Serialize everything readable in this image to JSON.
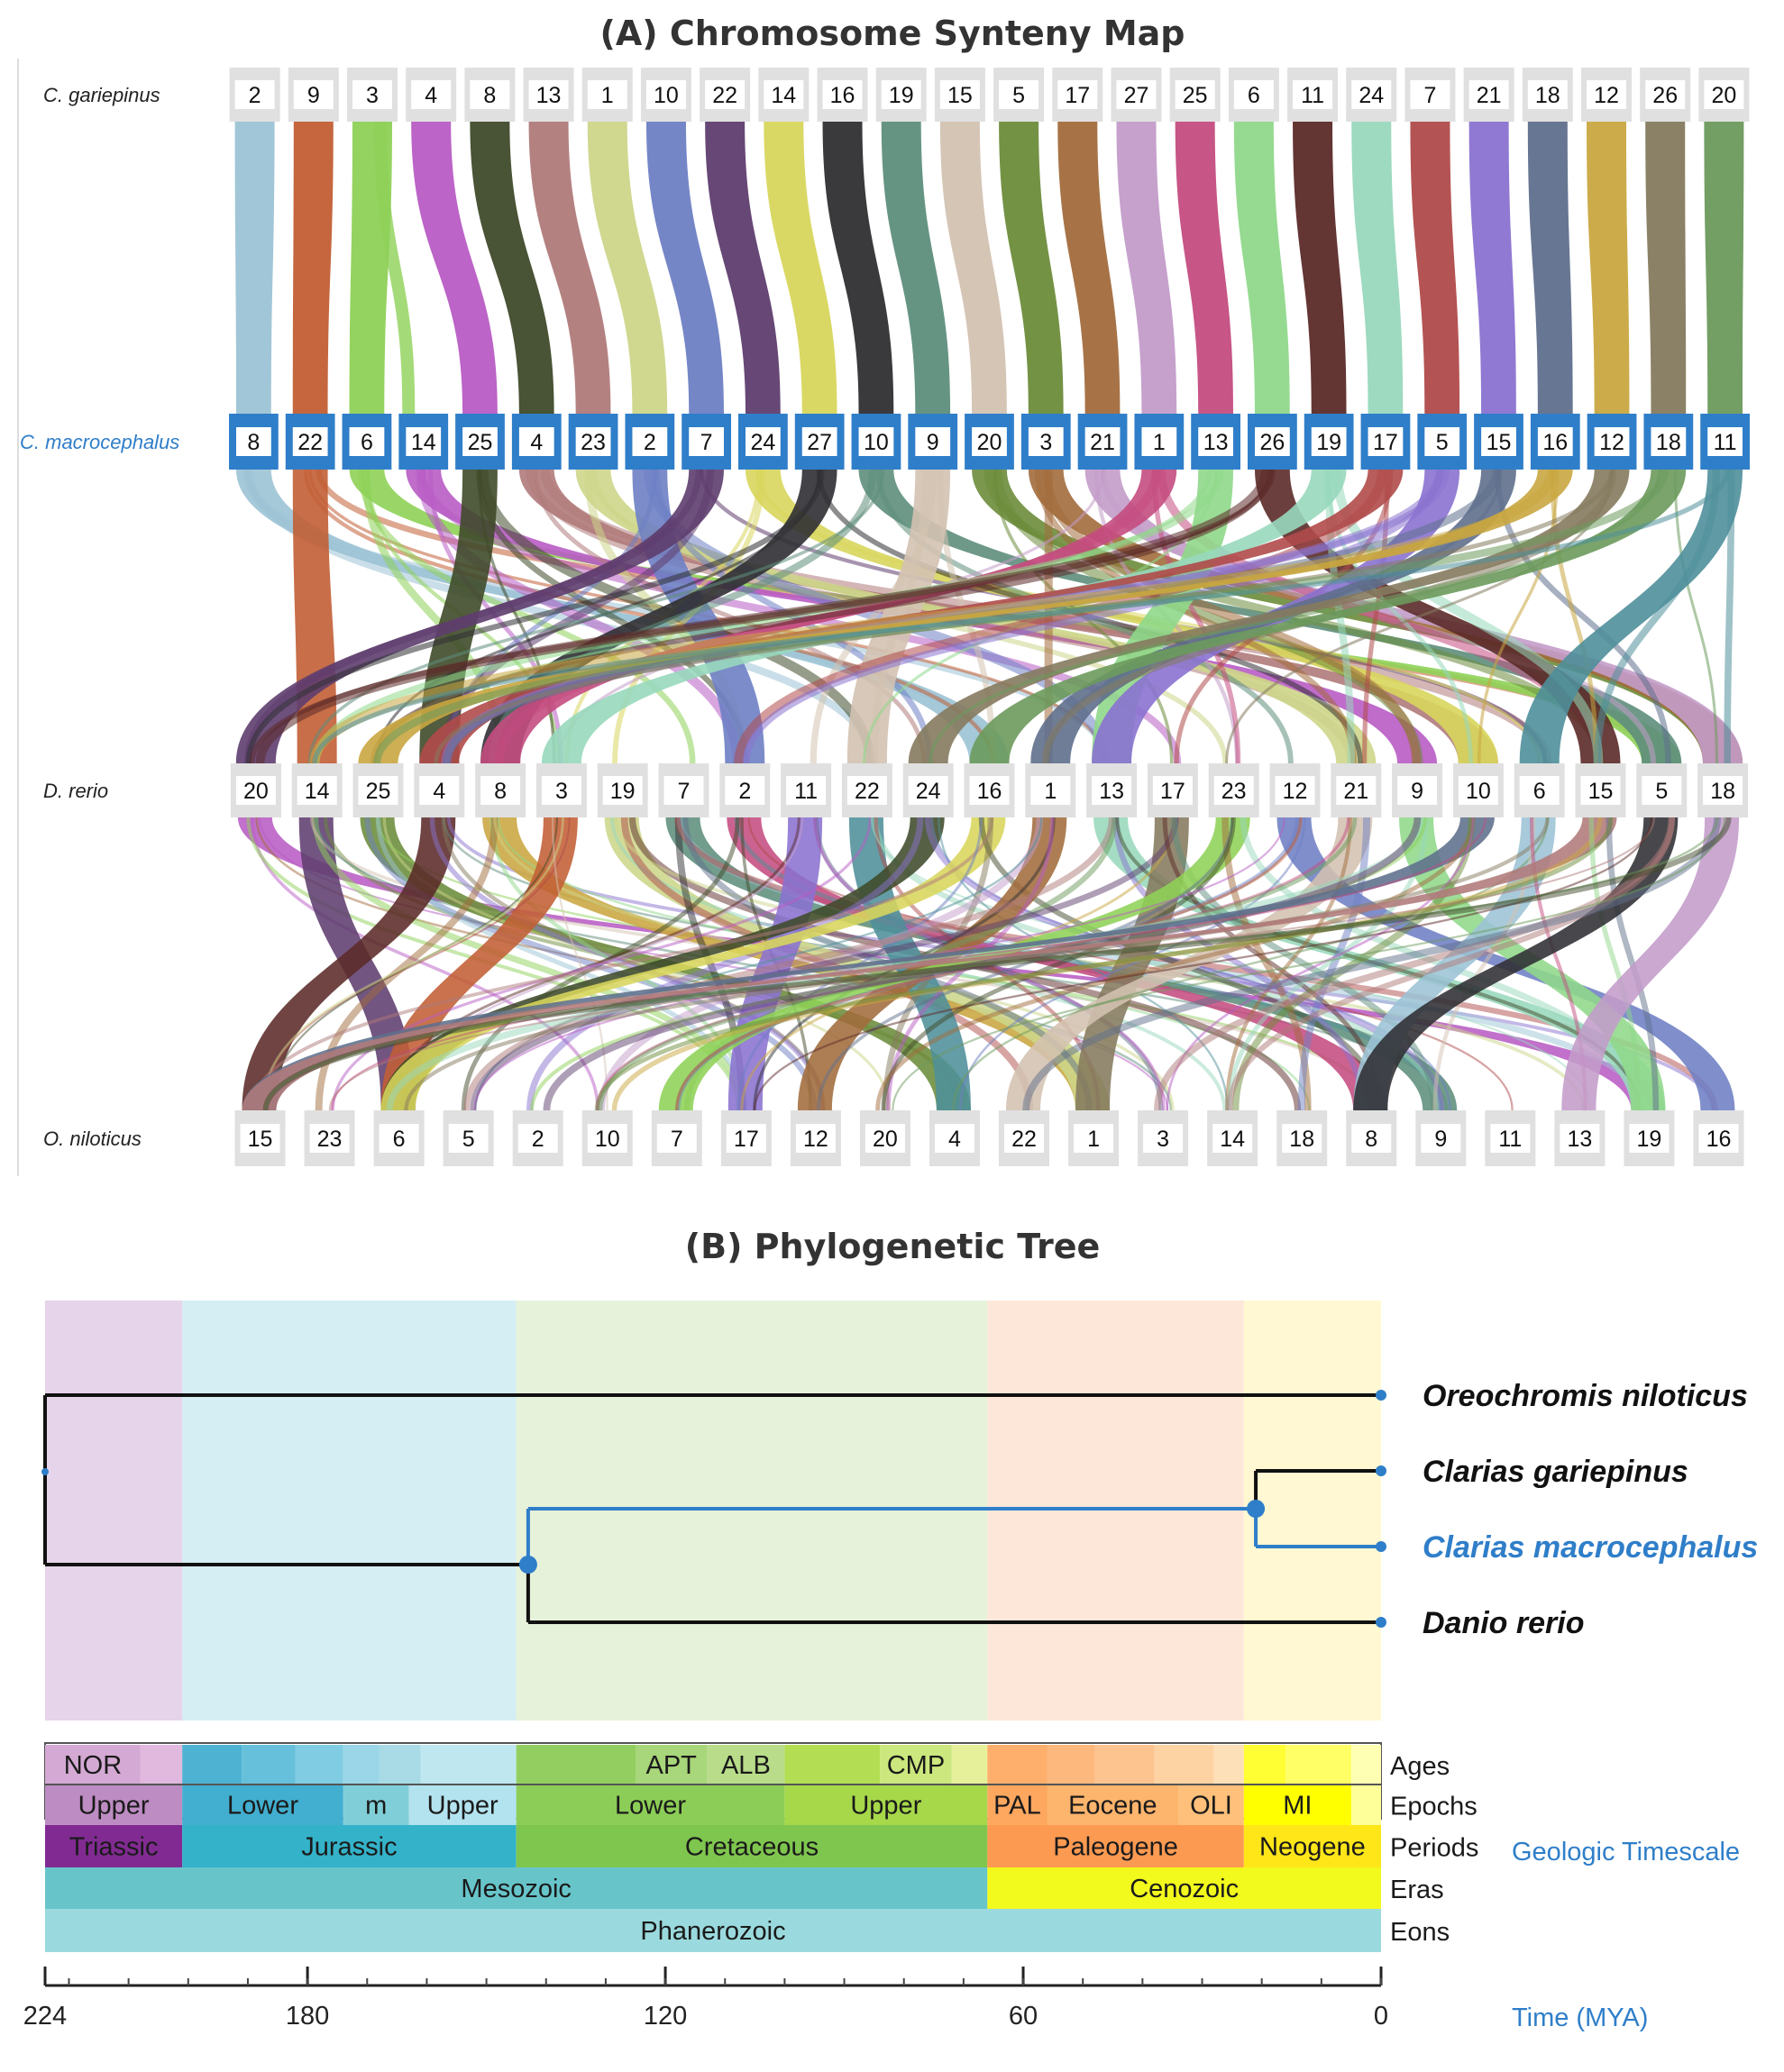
{
  "panel_a": {
    "title": "(A) Chromosome Synteny Map",
    "tracks": [
      {
        "species": "C. gariepinus",
        "highlight": false,
        "chromosomes": [
          "2",
          "9",
          "3",
          "4",
          "8",
          "13",
          "1",
          "10",
          "22",
          "14",
          "16",
          "19",
          "15",
          "5",
          "17",
          "27",
          "25",
          "6",
          "11",
          "24",
          "7",
          "21",
          "18",
          "12",
          "26",
          "20"
        ]
      },
      {
        "species": "C. macrocephalus",
        "highlight": true,
        "chromosomes": [
          "8",
          "22",
          "6",
          "14",
          "25",
          "4",
          "23",
          "2",
          "7",
          "24",
          "27",
          "10",
          "9",
          "20",
          "3",
          "21",
          "1",
          "13",
          "26",
          "19",
          "17",
          "5",
          "15",
          "16",
          "12",
          "18",
          "11"
        ]
      },
      {
        "species": "D. rerio",
        "highlight": false,
        "chromosomes": [
          "20",
          "14",
          "25",
          "4",
          "8",
          "3",
          "19",
          "7",
          "2",
          "11",
          "22",
          "24",
          "16",
          "1",
          "13",
          "17",
          "23",
          "12",
          "21",
          "9",
          "10",
          "6",
          "15",
          "5",
          "18"
        ]
      },
      {
        "species": "O. niloticus",
        "highlight": false,
        "chromosomes": [
          "15",
          "23",
          "6",
          "5",
          "2",
          "10",
          "7",
          "17",
          "12",
          "20",
          "4",
          "22",
          "1",
          "3",
          "14",
          "18",
          "8",
          "9",
          "11",
          "13",
          "19",
          "16"
        ]
      }
    ]
  },
  "panel_b": {
    "title": "(B) Phylogenetic Tree",
    "tips": [
      {
        "name": "Oreochromis niloticus",
        "highlight": false
      },
      {
        "name": "Clarias gariepinus",
        "highlight": false
      },
      {
        "name": "Clarias macrocephalus",
        "highlight": true
      },
      {
        "name": "Danio rerio",
        "highlight": false
      }
    ],
    "axis": {
      "label": "Time (MYA)",
      "ticks": [
        "224",
        "180",
        "120",
        "60",
        "0"
      ],
      "tick_values": [
        224,
        180,
        120,
        60,
        0
      ],
      "max": 224
    },
    "timescale_label": "Geologic Timescale",
    "row_labels": [
      "Ages",
      "Epochs",
      "Periods",
      "Eras",
      "Eons"
    ],
    "ages": [
      {
        "label": "NOR",
        "start": 224,
        "end": 208,
        "color": "#d4a9d4"
      },
      {
        "label": "",
        "start": 208,
        "end": 201,
        "color": "#e1b8de"
      },
      {
        "label": "",
        "start": 201,
        "end": 191,
        "color": "#4eb3d3"
      },
      {
        "label": "",
        "start": 191,
        "end": 182,
        "color": "#66c0db"
      },
      {
        "label": "",
        "start": 182,
        "end": 174,
        "color": "#80cce3"
      },
      {
        "label": "",
        "start": 174,
        "end": 168,
        "color": "#9ad6e8"
      },
      {
        "label": "",
        "start": 168,
        "end": 161,
        "color": "#a9dbe6"
      },
      {
        "label": "",
        "start": 161,
        "end": 145,
        "color": "#bfe7ef"
      },
      {
        "label": "",
        "start": 145,
        "end": 125,
        "color": "#93cf60"
      },
      {
        "label": "APT",
        "start": 125,
        "end": 113,
        "color": "#a8d67a"
      },
      {
        "label": "ALB",
        "start": 113,
        "end": 100,
        "color": "#b8dc8a"
      },
      {
        "label": "",
        "start": 100,
        "end": 84,
        "color": "#b3de53"
      },
      {
        "label": "CMP",
        "start": 84,
        "end": 72,
        "color": "#cbe77d"
      },
      {
        "label": "",
        "start": 72,
        "end": 66,
        "color": "#e6f09a"
      },
      {
        "label": "",
        "start": 66,
        "end": 56,
        "color": "#fdaf6b"
      },
      {
        "label": "",
        "start": 56,
        "end": 48,
        "color": "#fdb87d"
      },
      {
        "label": "",
        "start": 48,
        "end": 38,
        "color": "#fdc48f"
      },
      {
        "label": "",
        "start": 38,
        "end": 28,
        "color": "#fed3a4"
      },
      {
        "label": "",
        "start": 28,
        "end": 23,
        "color": "#fee0b8"
      },
      {
        "label": "",
        "start": 23,
        "end": 16,
        "color": "#ffff33"
      },
      {
        "label": "",
        "start": 16,
        "end": 5,
        "color": "#ffff66"
      },
      {
        "label": "",
        "start": 5,
        "end": 0,
        "color": "#ffffb3"
      }
    ],
    "epochs": [
      {
        "label": "Upper",
        "start": 224,
        "end": 201,
        "color": "#bd8cc3"
      },
      {
        "label": "Lower",
        "start": 201,
        "end": 174,
        "color": "#42aed0"
      },
      {
        "label": "m",
        "start": 174,
        "end": 163,
        "color": "#80cfd8"
      },
      {
        "label": "Upper",
        "start": 163,
        "end": 145,
        "color": "#b3e3ee"
      },
      {
        "label": "Lower",
        "start": 145,
        "end": 100,
        "color": "#8ccd57"
      },
      {
        "label": "Upper",
        "start": 100,
        "end": 66,
        "color": "#a6d84a"
      },
      {
        "label": "PAL",
        "start": 66,
        "end": 56,
        "color": "#fda75f"
      },
      {
        "label": "Eocene",
        "start": 56,
        "end": 34,
        "color": "#fdb46c"
      },
      {
        "label": "OLI",
        "start": 34,
        "end": 23,
        "color": "#fec07a"
      },
      {
        "label": "MI",
        "start": 23,
        "end": 5,
        "color": "#ffff00"
      },
      {
        "label": "",
        "start": 5,
        "end": 0,
        "color": "#ffff99"
      }
    ],
    "periods": [
      {
        "label": "Triassic",
        "start": 224,
        "end": 201,
        "color": "#812b92"
      },
      {
        "label": "Jurassic",
        "start": 201,
        "end": 145,
        "color": "#34b2c9"
      },
      {
        "label": "Cretaceous",
        "start": 145,
        "end": 66,
        "color": "#7fc64e"
      },
      {
        "label": "Paleogene",
        "start": 66,
        "end": 23,
        "color": "#fd9a52"
      },
      {
        "label": "Neogene",
        "start": 23,
        "end": 0,
        "color": "#ffe619"
      }
    ],
    "eras": [
      {
        "label": "Mesozoic",
        "start": 224,
        "end": 66,
        "color": "#67c5ca"
      },
      {
        "label": "Cenozoic",
        "start": 66,
        "end": 0,
        "color": "#f2f91d"
      }
    ],
    "eons": [
      {
        "label": "Phanerozoic",
        "start": 224,
        "end": 0,
        "color": "#9ad9dd"
      }
    ],
    "nodes": {
      "root": 224,
      "clarias_danio": 143,
      "clarias": 21
    }
  },
  "colors": {
    "highlight": "#2f7ec9",
    "box": "#e0e0e0",
    "tree": "#111111"
  }
}
